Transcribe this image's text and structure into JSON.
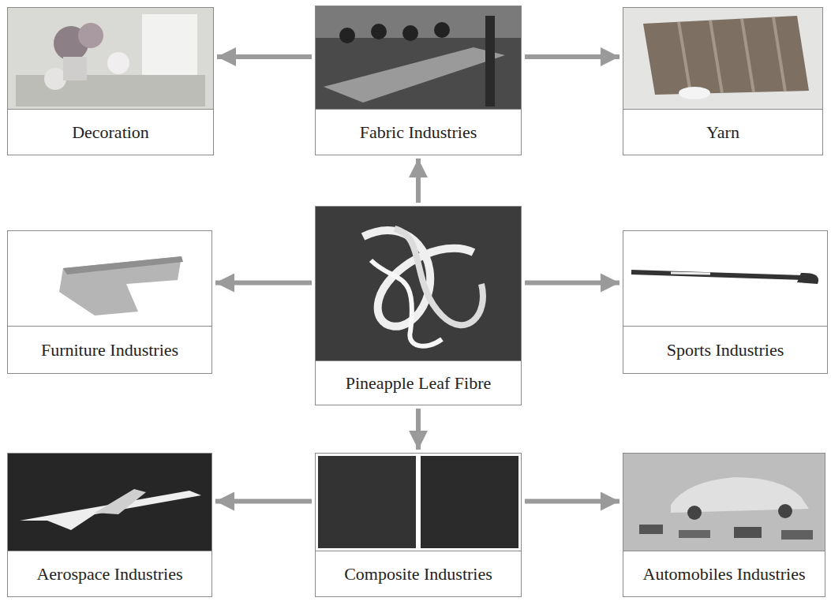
{
  "diagram": {
    "nodes": [
      {
        "text": [
          "Decoration"
        ]
      },
      {
        "text": [
          "Fabric Industries"
        ]
      },
      {
        "text": [
          "Yarn"
        ]
      },
      {
        "text": [
          "Furniture Industries"
        ]
      },
      {
        "text": [
          "Pineapple Leaf Fibre"
        ]
      },
      {
        "text": [
          "Sports Industries"
        ]
      },
      {
        "text": [
          "Aerospace Industries"
        ]
      },
      {
        "text": [
          "Composite Industries"
        ]
      },
      {
        "text": [
          "Automobiles Industries"
        ]
      }
    ],
    "edges": [
      {
        "from": 1,
        "to": 0,
        "arrow": "to"
      },
      {
        "from": 1,
        "to": 2,
        "arrow": "to"
      },
      {
        "from": 4,
        "to": 1,
        "arrow": "to"
      },
      {
        "from": 4,
        "to": 3,
        "arrow": "to"
      },
      {
        "from": 4,
        "to": 5,
        "arrow": "to"
      },
      {
        "from": 4,
        "to": 7,
        "arrow": "to"
      },
      {
        "from": 7,
        "to": 6,
        "arrow": "to"
      },
      {
        "from": 7,
        "to": 8,
        "arrow": "to"
      }
    ]
  }
}
